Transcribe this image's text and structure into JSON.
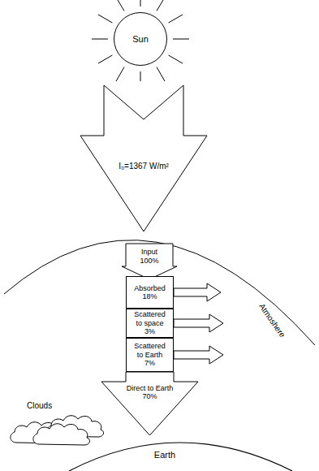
{
  "diagram": {
    "nodes": [
      {
        "text": [
          "Sun"
        ]
      },
      {
        "text": [
          "I₀=1367 W/m²"
        ]
      },
      {
        "text": [
          "Input 100%"
        ]
      },
      {
        "text": [
          "Absorbed 18%"
        ]
      },
      {
        "text": [
          "Scattered to space 3%"
        ]
      },
      {
        "text": [
          "Scattered to Earth 7%"
        ]
      },
      {
        "text": [
          "Direct to Earth 70%"
        ]
      }
    ],
    "labels": [
      "Atmoshere",
      "Clouds",
      "Earth"
    ]
  }
}
